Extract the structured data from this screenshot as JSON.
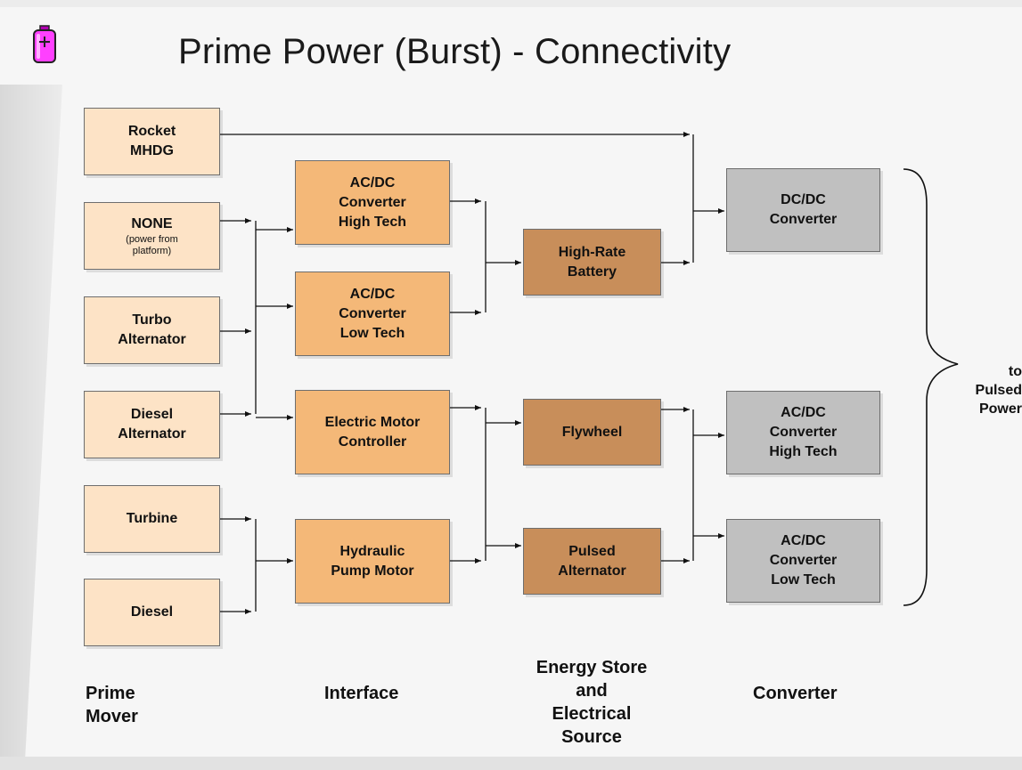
{
  "title": "Prime Power (Burst) - Connectivity",
  "icons": {
    "logo": "battery-icon"
  },
  "colors": {
    "prime_mover_fill": "#fde3c6",
    "interface_fill": "#f4b878",
    "energy_store_fill": "#c88e5a",
    "converter_fill": "#c0c0c0"
  },
  "prime_movers": {
    "rocket_mhdg": "Rocket\nMHDG",
    "none": "NONE",
    "none_note": "(power from\nplatform)",
    "turbo_alternator": "Turbo\nAlternator",
    "diesel_alternator": "Diesel\nAlternator",
    "turbine": "Turbine",
    "diesel": "Diesel"
  },
  "interfaces": {
    "acdc_high_tech": "AC/DC\nConverter\nHigh Tech",
    "acdc_low_tech": "AC/DC\nConverter\nLow Tech",
    "electric_motor_controller": "Electric Motor\nController",
    "hydraulic_pump_motor": "Hydraulic\nPump Motor"
  },
  "energy_stores": {
    "high_rate_battery": "High-Rate\nBattery",
    "flywheel": "Flywheel",
    "pulsed_alternator": "Pulsed\nAlternator"
  },
  "converters": {
    "dcdc_converter": "DC/DC\nConverter",
    "acdc_high_tech": "AC/DC\nConverter\nHigh Tech",
    "acdc_low_tech": "AC/DC\nConverter\nLow Tech"
  },
  "output_label": "to\nPulsed\nPower",
  "column_labels": {
    "prime_mover": "Prime\nMover",
    "interface": "Interface",
    "energy_store": "Energy Store\nand\nElectrical\nSource",
    "converter": "Converter"
  }
}
